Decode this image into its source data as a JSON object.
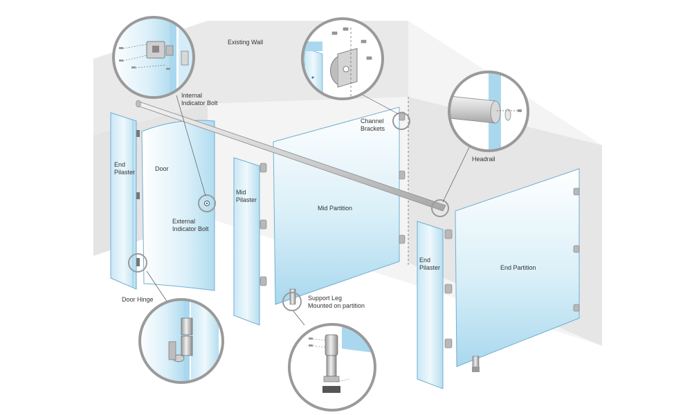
{
  "labels": {
    "existing_wall": "Existing Wall",
    "internal_indicator_bolt": "Internal\nIndicator Bolt",
    "channel_brackets": "Channel\nBrackets",
    "headrail": "Headrail",
    "end_pilaster_left": "End\nPilaster",
    "door": "Door",
    "external_indicator_bolt": "External\nIndicator Bolt",
    "mid_pilaster": "Mid\nPilaster",
    "mid_partition": "Mid Partition",
    "end_pilaster_right": "End\nPilaster",
    "end_partition": "End Partition",
    "support_leg": "Support Leg\nMounted on partition",
    "door_hinge": "Door Hinge"
  },
  "colors": {
    "wall": "#e8e8e8",
    "glass_light": "#ffffff",
    "glass_tint": "#bfe3f2",
    "glass_edge": "#6faed0",
    "callout_ring": "#9a9a9a",
    "metal": "#c8c8c8",
    "text": "#333333"
  },
  "icons": [
    "bolt-icon",
    "bracket-icon",
    "headrail-icon",
    "hinge-icon",
    "support-leg-icon"
  ]
}
